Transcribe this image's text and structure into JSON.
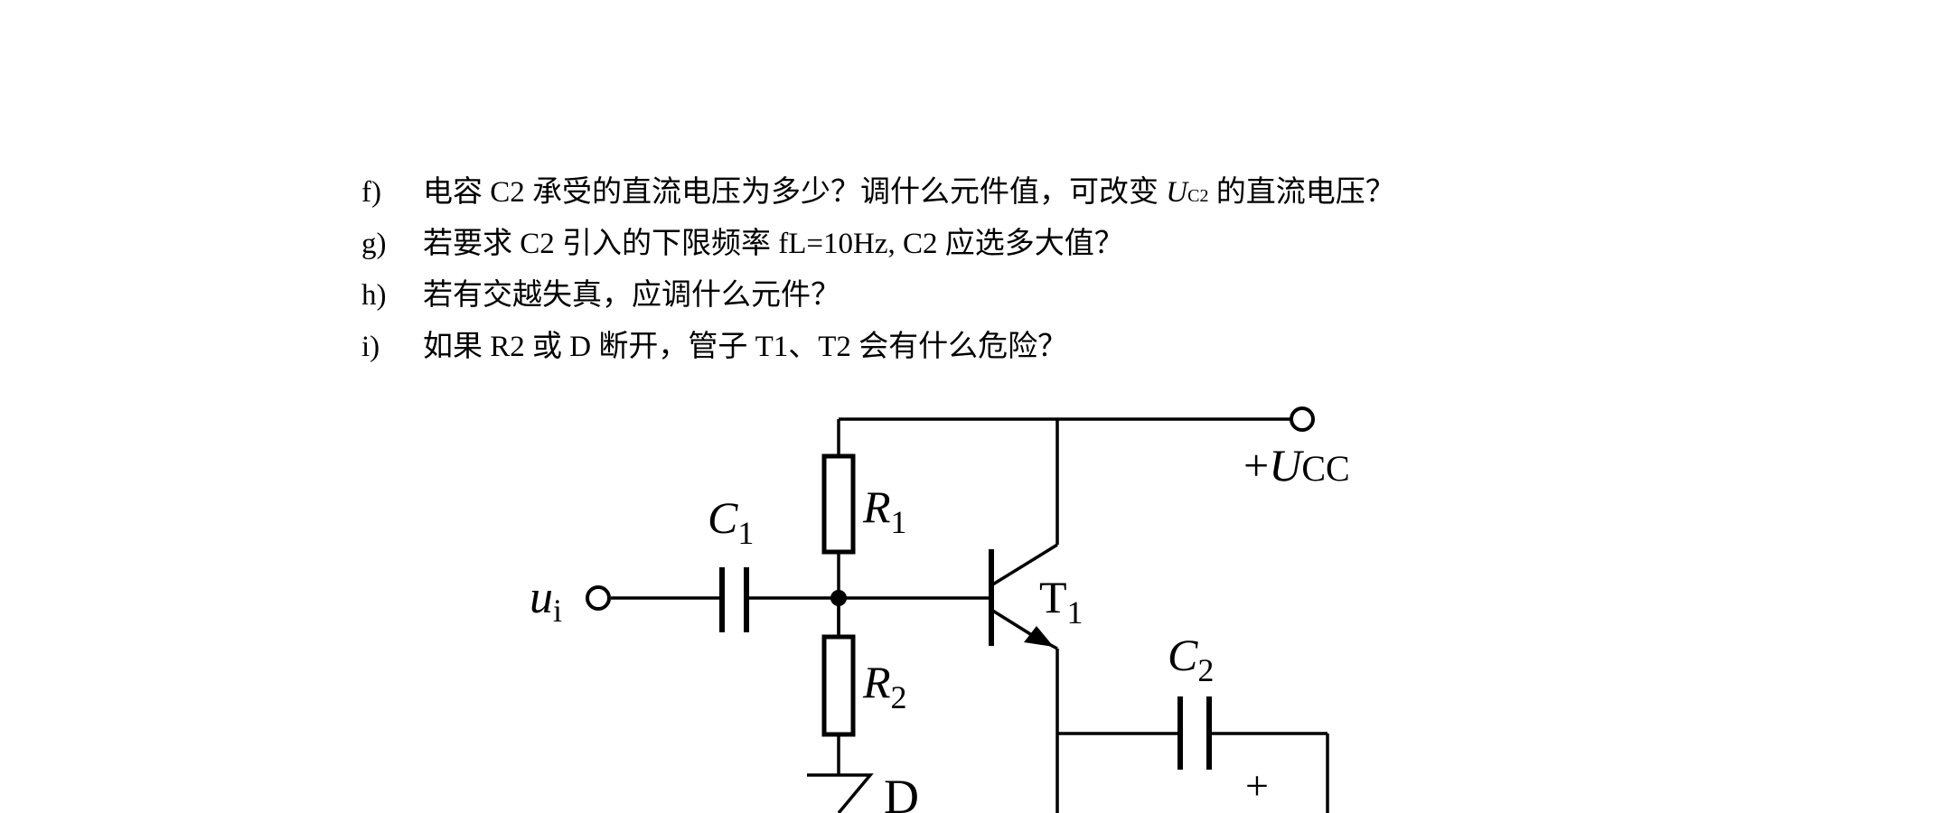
{
  "questions": [
    {
      "label": "f)",
      "text_before": "电容 C2 承受的直流电压为多少？调什么元件值，可改变 ",
      "symbol": "U",
      "subscript": "C2",
      "text_after": " 的直流电压？"
    },
    {
      "label": "g)",
      "text": "若要求 C2 引入的下限频率 fL=10Hz, C2 应选多大值？"
    },
    {
      "label": "h)",
      "text": "若有交越失真，应调什么元件？"
    },
    {
      "label": "i)",
      "text": "如果 R2 或 D 断开，管子 T1、T2 会有什么危险？"
    }
  ],
  "circuit": {
    "supply": {
      "prefix": "+",
      "symbol": "U",
      "subscript": "CC"
    },
    "input": {
      "symbol": "u",
      "subscript": "i"
    },
    "c1": {
      "symbol": "C",
      "subscript": "1"
    },
    "r1": {
      "symbol": "R",
      "subscript": "1"
    },
    "r2": {
      "symbol": "R",
      "subscript": "2"
    },
    "t1": {
      "symbol": "T",
      "subscript": "1"
    },
    "c2": {
      "symbol": "C",
      "subscript": "2"
    },
    "c2_polarity": "+",
    "diode": "D"
  }
}
